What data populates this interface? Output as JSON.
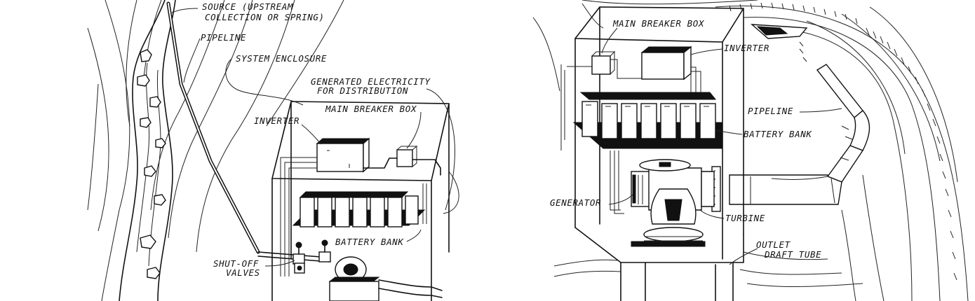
{
  "left_diagram": {
    "labels": {
      "source_line1": "SOURCE (UPSTREAM",
      "source_line2": "COLLECTION OR SPRING)",
      "pipeline": "PIPELINE",
      "system_enclosure": "SYSTEM ENCLOSURE",
      "generated_line1": "GENERATED ELECTRICITY",
      "generated_line2": "FOR DISTRIBUTION",
      "main_breaker_box": "MAIN BREAKER BOX",
      "inverter": "INVERTER",
      "battery_bank": "BATTERY BANK",
      "shutoff_line1": "SHUT-OFF",
      "shutoff_line2": "VALVES"
    }
  },
  "right_diagram": {
    "labels": {
      "main_breaker_box": "MAIN BREAKER BOX",
      "inverter": "INVERTER",
      "pipeline": "PIPELINE",
      "battery_bank": "BATTERY BANK",
      "generator": "GENERATOR",
      "turbine": "TURBINE",
      "outlet_line1": "OUTLET",
      "outlet_line2": "DRAFT TUBE"
    }
  }
}
